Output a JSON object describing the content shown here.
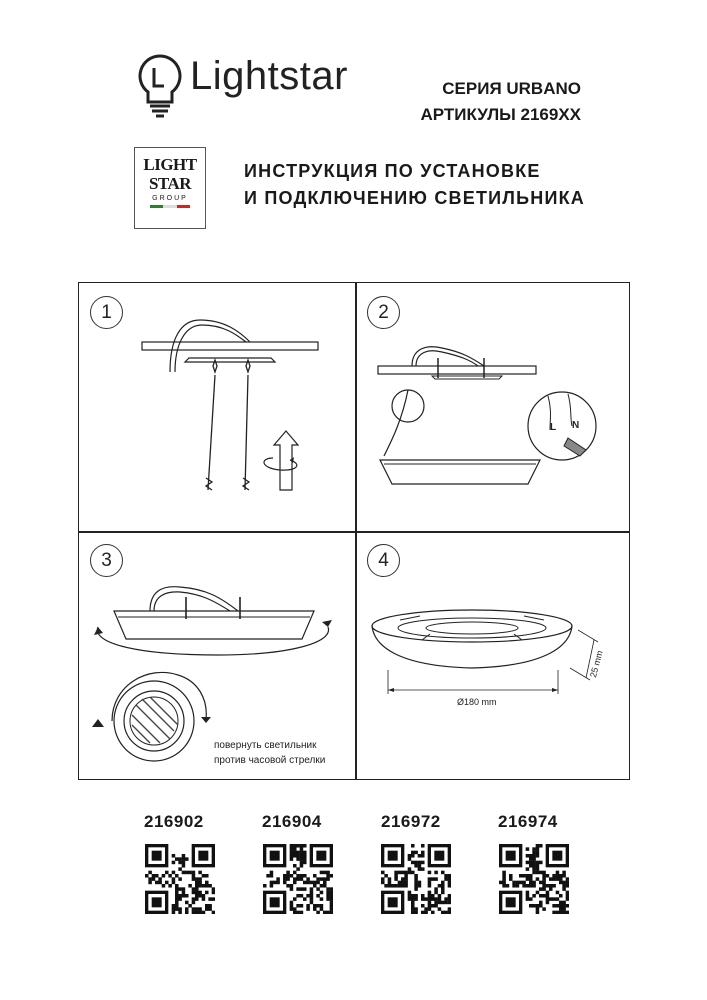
{
  "brand": {
    "name": "Lightstar",
    "group_logo": {
      "line1": "LIGHT",
      "line2": "STAR",
      "line3": "GROUP"
    }
  },
  "header": {
    "series": "СЕРИЯ URBANO",
    "articles": "АРТИКУЛЫ 2169XX",
    "title_line1": "ИНСТРУКЦИЯ ПО УСТАНОВКЕ",
    "title_line2": "И ПОДКЛЮЧЕНИЮ СВЕТИЛЬНИКА"
  },
  "steps": [
    {
      "number": "1"
    },
    {
      "number": "2",
      "labels": {
        "l": "L",
        "n": "N"
      }
    },
    {
      "number": "3",
      "note_line1": "повернуть светильник",
      "note_line2": "против часовой стрелки"
    },
    {
      "number": "4",
      "diameter": "Ø180 mm",
      "height": "25 mm"
    }
  ],
  "products": [
    {
      "article": "216902"
    },
    {
      "article": "216904"
    },
    {
      "article": "216972"
    },
    {
      "article": "216974"
    }
  ]
}
